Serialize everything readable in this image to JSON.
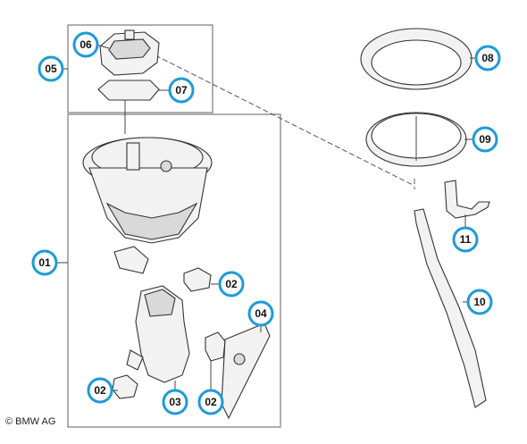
{
  "callouts": {
    "c01": "01",
    "c02a": "02",
    "c02b": "02",
    "c02c": "02",
    "c03": "03",
    "c04": "04",
    "c05": "05",
    "c06": "06",
    "c07": "07",
    "c08": "08",
    "c09": "09",
    "c10": "10",
    "c11": "11"
  },
  "copyright": "© BMW AG",
  "colors": {
    "callout_ring": "#1e9bd7",
    "line": "#333333"
  }
}
